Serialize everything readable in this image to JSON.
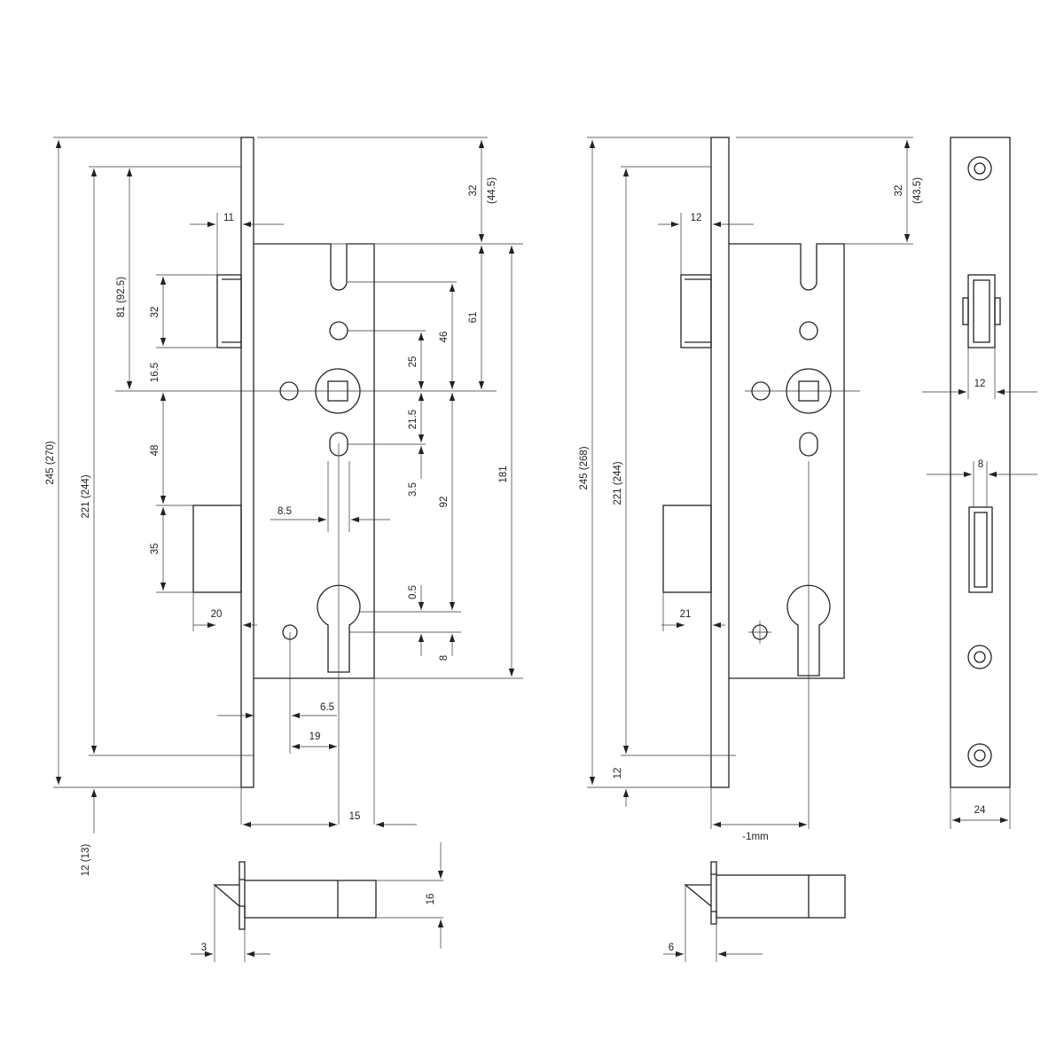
{
  "dimensions": {
    "left": {
      "total_height": "245 (270)",
      "spindle_to_bottom": "221 (244)",
      "bottom_offset": "12 (13)",
      "latch_top": "81 (92.5)",
      "latch_height": "32",
      "latch_to_spindle": "16.5",
      "spindle_to_bolt": "48",
      "bolt_height": "35",
      "bolt_projection": "20",
      "latch_projection": "11",
      "faceplate_to_case": "32",
      "faceplate_to_case_alt": "(44.5)",
      "top_to_spindle": "61",
      "hole_to_spindle": "46",
      "hole_gap": "25",
      "spindle_to_slot": "21.5",
      "slot_height": "3.5",
      "spindle_to_cylinder": "92",
      "case_height": "181",
      "cylinder_offset": "0.5",
      "cylinder_bottom": "8",
      "slot_width": "8.5",
      "cylinder_screw": "6.5",
      "backset_cylinder": "19",
      "case_depth": "15",
      "bolt_thickness": "16",
      "bolt_tip": "3"
    },
    "middle": {
      "total_height": "245 (268)",
      "spindle_to_bottom": "221 (244)",
      "bottom_offset": "12",
      "latch_projection": "12",
      "faceplate_to_case": "32",
      "faceplate_to_case_alt": "(43.5)",
      "bolt_projection": "21",
      "depth": "-1mm",
      "bolt_tip": "6"
    },
    "faceplate": {
      "latch_width": "12",
      "bolt_width": "8",
      "plate_width": "24"
    }
  }
}
